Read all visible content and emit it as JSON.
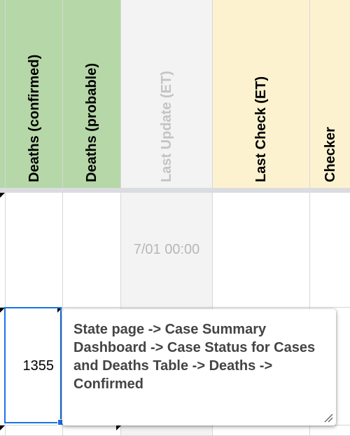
{
  "headers": {
    "deaths_confirmed": "Deaths (confirmed)",
    "deaths_probable": "Deaths (probable)",
    "last_update": "Last Update (ET)",
    "last_check": "Last Check (ET)",
    "checker": "Checker"
  },
  "rows": [
    {
      "deaths_confirmed": "",
      "deaths_probable": "",
      "last_update": "7/01 00:00",
      "last_check": "",
      "checker": ""
    },
    {
      "deaths_confirmed": "1355",
      "deaths_probable": "",
      "last_update": "",
      "last_check": "",
      "checker": ""
    }
  ],
  "note": {
    "text": "State page -> Case Summary Dashboard -> Case Status for Cases and Deaths Table -> Deaths -> Confirmed"
  },
  "colors": {
    "deaths_header": "#b6d7a8",
    "last_update_header": "#f3f3f3",
    "check_header": "#fdf2d0",
    "selection": "#1a73e8"
  }
}
